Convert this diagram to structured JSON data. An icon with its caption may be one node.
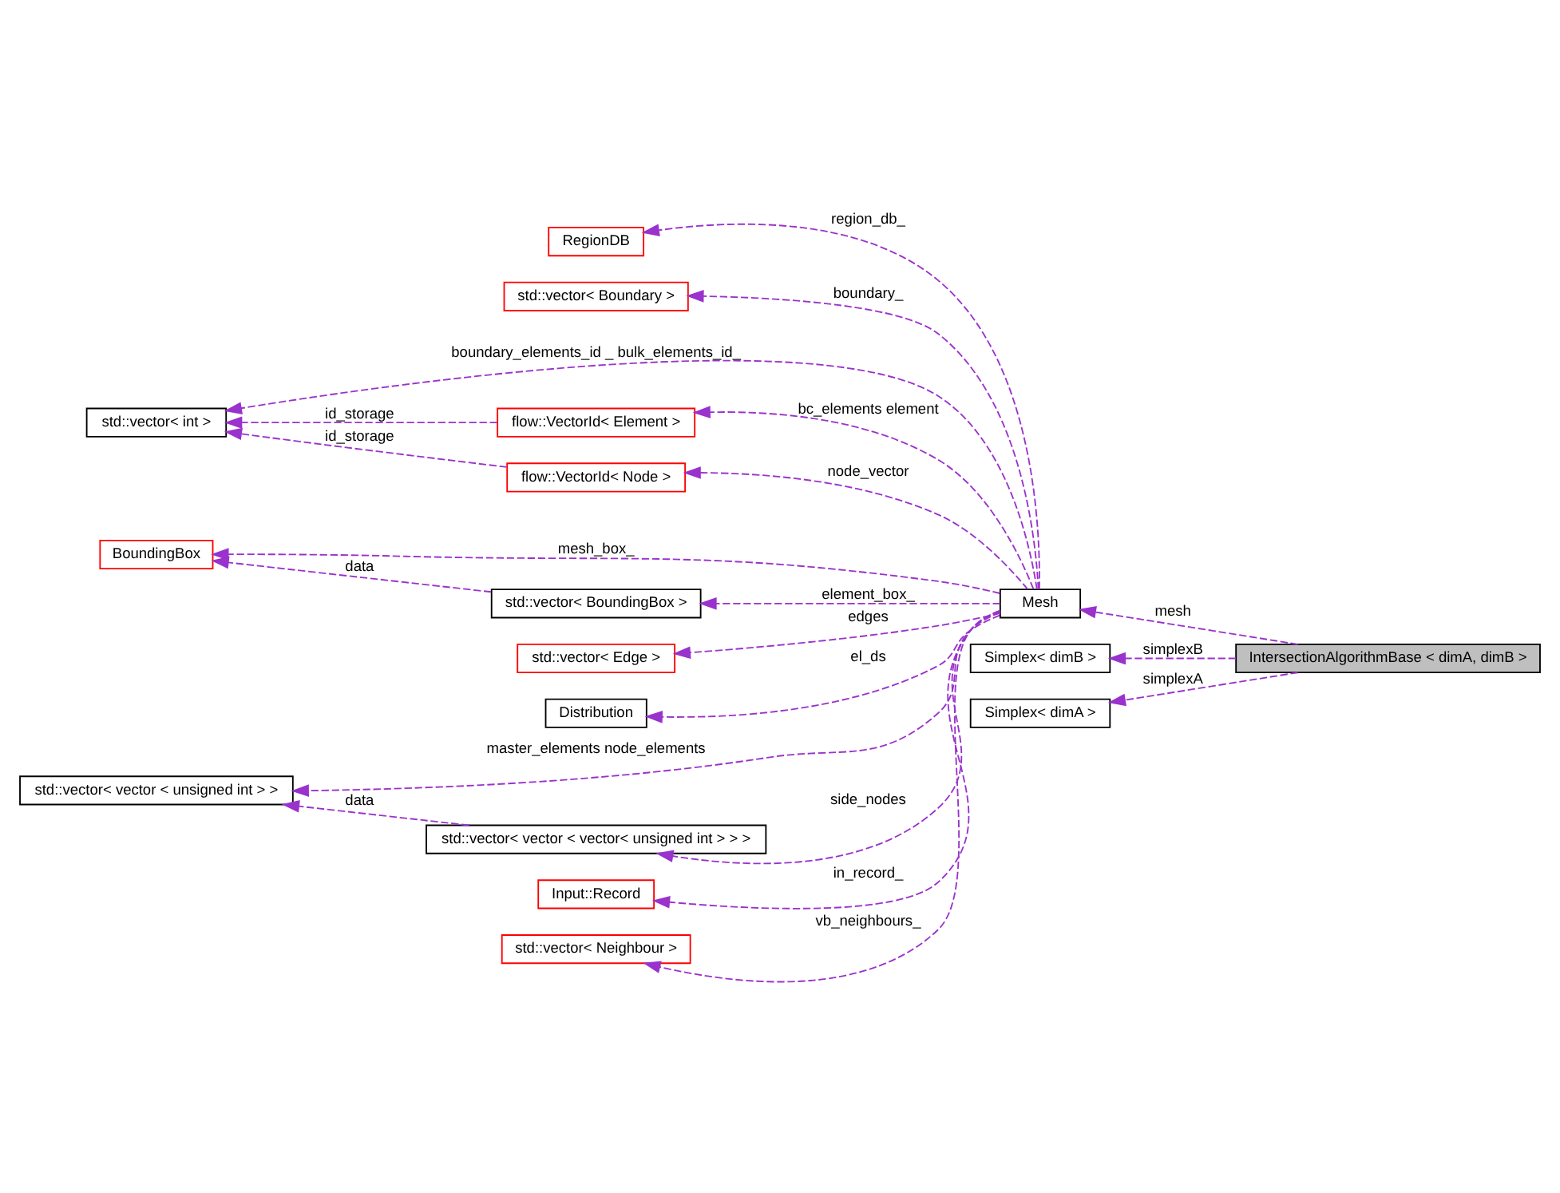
{
  "diagram": {
    "nodes": [
      {
        "text": [
          "IntersectionAlgorithmBase < dimA, dimB >"
        ]
      },
      {
        "text": [
          "Mesh"
        ]
      },
      {
        "text": [
          "Simplex< dimB >"
        ]
      },
      {
        "text": [
          "Simplex< dimA >"
        ]
      },
      {
        "text": [
          "RegionDB"
        ]
      },
      {
        "text": [
          "std::vector< Boundary >"
        ]
      },
      {
        "text": [
          "std::vector< int >"
        ]
      },
      {
        "text": [
          "flow::VectorId< Element >"
        ]
      },
      {
        "text": [
          "flow::VectorId< Node >"
        ]
      },
      {
        "text": [
          "BoundingBox"
        ]
      },
      {
        "text": [
          "std::vector< BoundingBox >"
        ]
      },
      {
        "text": [
          "std::vector< Edge >"
        ]
      },
      {
        "text": [
          "Distribution"
        ]
      },
      {
        "text": [
          "std::vector< vector < unsigned int > >"
        ]
      },
      {
        "text": [
          "std::vector< vector < vector< unsigned int > > >"
        ]
      },
      {
        "text": [
          "Input::Record"
        ]
      },
      {
        "text": [
          "std::vector< Neighbour >"
        ]
      }
    ],
    "edges": [
      {
        "from": 1,
        "to": 4,
        "arrow": "to",
        "label": "region_db_",
        "style": "dashed"
      },
      {
        "from": 1,
        "to": 5,
        "arrow": "to",
        "label": "boundary_",
        "style": "dashed"
      },
      {
        "from": 1,
        "to": 6,
        "arrow": "to",
        "label": "boundary_elements_id _ bulk_elements_id_",
        "style": "dashed"
      },
      {
        "from": 7,
        "to": 6,
        "arrow": "to",
        "label": "id_storage",
        "style": "dashed"
      },
      {
        "from": 8,
        "to": 6,
        "arrow": "to",
        "label": "id_storage",
        "style": "dashed"
      },
      {
        "from": 1,
        "to": 7,
        "arrow": "to",
        "label": "bc_elements element",
        "style": "dashed"
      },
      {
        "from": 1,
        "to": 8,
        "arrow": "to",
        "label": "node_vector",
        "style": "dashed"
      },
      {
        "from": 1,
        "to": 9,
        "arrow": "to",
        "label": "mesh_box_",
        "style": "dashed"
      },
      {
        "from": 10,
        "to": 9,
        "arrow": "to",
        "label": "data",
        "style": "dashed"
      },
      {
        "from": 1,
        "to": 10,
        "arrow": "to",
        "label": "element_box_",
        "style": "dashed"
      },
      {
        "from": 1,
        "to": 11,
        "arrow": "to",
        "label": "edges",
        "style": "dashed"
      },
      {
        "from": 1,
        "to": 12,
        "arrow": "to",
        "label": "el_ds",
        "style": "dashed"
      },
      {
        "from": 1,
        "to": 13,
        "arrow": "to",
        "label": "master_elements node_elements",
        "style": "dashed"
      },
      {
        "from": 14,
        "to": 13,
        "arrow": "to",
        "label": "data",
        "style": "dashed"
      },
      {
        "from": 1,
        "to": 14,
        "arrow": "to",
        "label": "side_nodes",
        "style": "dashed"
      },
      {
        "from": 1,
        "to": 15,
        "arrow": "to",
        "label": "in_record_",
        "style": "dashed"
      },
      {
        "from": 1,
        "to": 16,
        "arrow": "to",
        "label": "vb_neighbours_",
        "style": "dashed"
      },
      {
        "from": 0,
        "to": 2,
        "arrow": "to",
        "label": "simplexB",
        "style": "dashed"
      },
      {
        "from": 0,
        "to": 1,
        "arrow": "to",
        "label": "mesh",
        "style": "dashed"
      },
      {
        "from": 0,
        "to": 3,
        "arrow": "to",
        "label": "simplexA",
        "style": "dashed"
      }
    ]
  }
}
